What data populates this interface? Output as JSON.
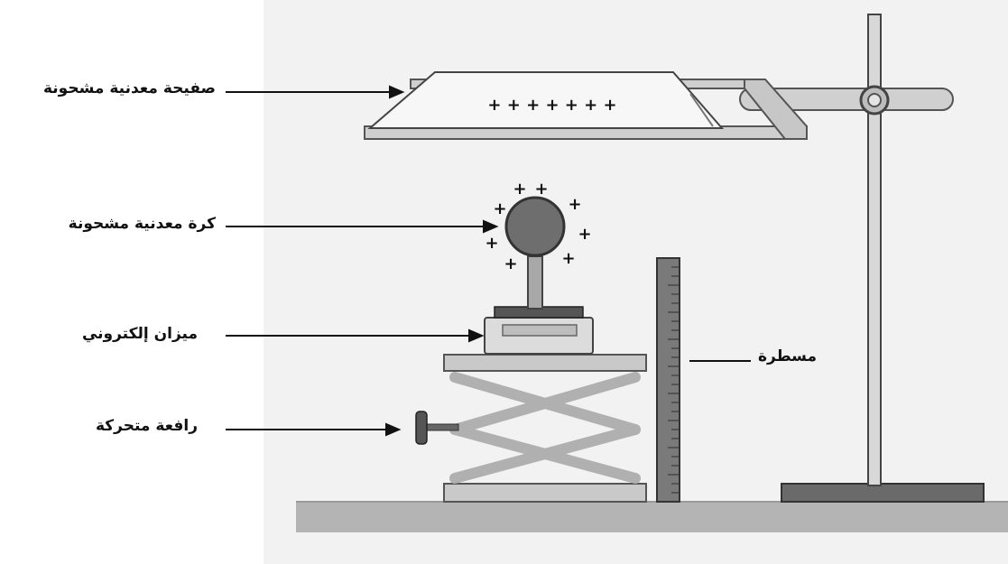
{
  "labels": {
    "charged_plate": "صفيحة معدنية مشحونة",
    "charged_sphere": "كرة معدنية مشحونة",
    "electronic_scale": "ميزان إلكتروني",
    "movable_lever": "رافعة متحركة",
    "ruler": "مسطرة"
  },
  "charges": {
    "plate_sign": "+ + + + + + +",
    "sphere_sign": "+"
  },
  "colors": {
    "background_panel": "#f2f2f2",
    "ground": "#b4b4b4",
    "metal_dark": "#555555",
    "metal_light": "#cfcfcf",
    "sphere": "#6e6e6e",
    "outline": "#333333",
    "text": "#111111"
  }
}
